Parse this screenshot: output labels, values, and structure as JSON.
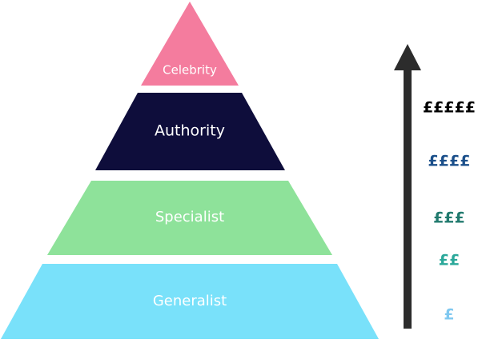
{
  "tiers": [
    {
      "label": "Celebrity",
      "color": "#F47C9E"
    },
    {
      "label": "Authority",
      "color": "#0E0D3B"
    },
    {
      "label": "Specialist",
      "color": "#8EE29A"
    },
    {
      "label": "Generalist",
      "color": "#79E1FA"
    }
  ],
  "price_levels": [
    {
      "label": "£££££",
      "color": "#000000"
    },
    {
      "label": "££££",
      "color": "#1B4F8A"
    },
    {
      "label": "£££",
      "color": "#217A6E"
    },
    {
      "label": "££",
      "color": "#2BA89A"
    },
    {
      "label": "£",
      "color": "#7FC8F0"
    }
  ],
  "arrow_color": "#2C2C2C"
}
